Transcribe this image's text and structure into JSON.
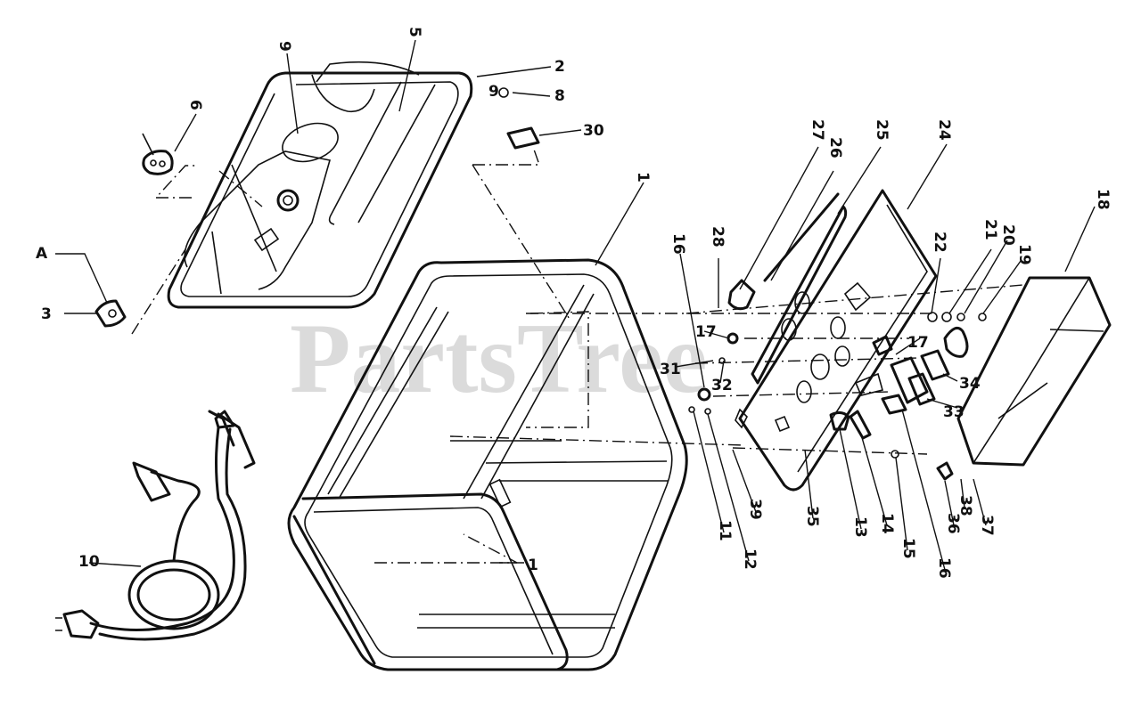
{
  "watermark": "PartsTree",
  "callouts": [
    {
      "id": "c2",
      "text": "2"
    },
    {
      "id": "c5",
      "text": "5"
    },
    {
      "id": "c9a",
      "text": "9"
    },
    {
      "id": "c6",
      "text": "6"
    },
    {
      "id": "cA",
      "text": "A"
    },
    {
      "id": "c3",
      "text": "3"
    },
    {
      "id": "c9b",
      "text": "9"
    },
    {
      "id": "c8",
      "text": "8"
    },
    {
      "id": "c30",
      "text": "30"
    },
    {
      "id": "c1a",
      "text": "1"
    },
    {
      "id": "c1b",
      "text": "1"
    },
    {
      "id": "c27",
      "text": "27"
    },
    {
      "id": "c26",
      "text": "26"
    },
    {
      "id": "c25",
      "text": "25"
    },
    {
      "id": "c24",
      "text": "24"
    },
    {
      "id": "c18",
      "text": "18"
    },
    {
      "id": "c28",
      "text": "28"
    },
    {
      "id": "c16a",
      "text": "16"
    },
    {
      "id": "c17a",
      "text": "17"
    },
    {
      "id": "c17b",
      "text": "17"
    },
    {
      "id": "c31",
      "text": "31"
    },
    {
      "id": "c32",
      "text": "32"
    },
    {
      "id": "c22",
      "text": "22"
    },
    {
      "id": "c21",
      "text": "21"
    },
    {
      "id": "c20",
      "text": "20"
    },
    {
      "id": "c19",
      "text": "19"
    },
    {
      "id": "c34",
      "text": "34"
    },
    {
      "id": "c33",
      "text": "33"
    },
    {
      "id": "c10",
      "text": "10"
    },
    {
      "id": "c11",
      "text": "11"
    },
    {
      "id": "c12",
      "text": "12"
    },
    {
      "id": "c39",
      "text": "39"
    },
    {
      "id": "c35",
      "text": "35"
    },
    {
      "id": "c13",
      "text": "13"
    },
    {
      "id": "c14",
      "text": "14"
    },
    {
      "id": "c15",
      "text": "15"
    },
    {
      "id": "c16b",
      "text": "16"
    },
    {
      "id": "c36",
      "text": "36"
    },
    {
      "id": "c38",
      "text": "38"
    },
    {
      "id": "c37",
      "text": "37"
    }
  ]
}
